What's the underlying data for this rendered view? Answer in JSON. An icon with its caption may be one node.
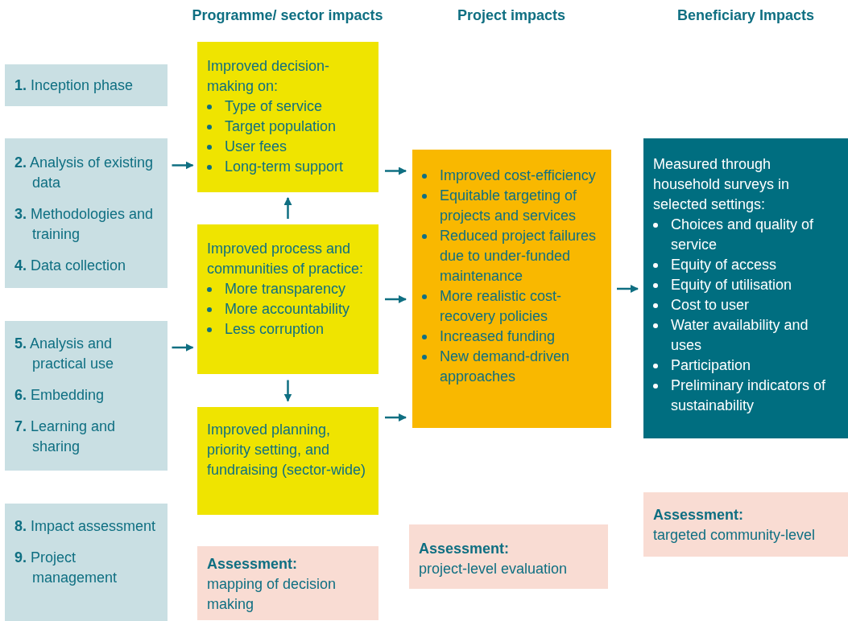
{
  "diagram": {
    "nodes": [
      {
        "text": [
          "**1.** Inception phase"
        ]
      },
      {
        "text": [
          "**2.** Analysis of existing data",
          "**3.** Methodologies and training",
          "**4.** Data collection"
        ]
      },
      {
        "text": [
          "**5.** Analysis and practical use",
          "**6.** Embedding",
          "**7.** Learning and sharing"
        ]
      },
      {
        "text": [
          "**8.** Impact assessment",
          "**9.** Project management"
        ]
      },
      {
        "text": [
          "Improved decision-making on:",
          "Type of service",
          "Target population",
          "User fees",
          "Long-term support"
        ]
      },
      {
        "text": [
          "Improved process and communities of practice:",
          "More transparency",
          "More accountability",
          "Less corruption"
        ]
      },
      {
        "text": [
          "Improved planning, priority setting, and fundraising (sector-wide)"
        ]
      },
      {
        "text": [
          "Improved cost-efficiency",
          "Equitable targeting of projects and services",
          "Reduced project failures due to under-funded maintenance",
          "More realistic cost-recovery policies",
          "Increased funding",
          "New demand-driven approaches"
        ]
      },
      {
        "text": [
          "Measured through household surveys in selected settings:",
          "Choices and quality of service",
          "Equity of access",
          "Equity of utilisation",
          "Cost to user",
          "Water availability and uses",
          "Participation",
          "Preliminary indicators of sustainability"
        ]
      },
      {
        "text": [
          "Assessment:",
          "mapping of decision making"
        ]
      },
      {
        "text": [
          "Assessment:",
          "project-level evaluation"
        ]
      },
      {
        "text": [
          "Assessment:",
          "targeted community-level"
        ]
      }
    ],
    "edges": [
      {
        "from": 1,
        "to": 4,
        "arrow": "to"
      },
      {
        "from": 2,
        "to": 5,
        "arrow": "to"
      },
      {
        "from": 5,
        "to": 4,
        "arrow": "to"
      },
      {
        "from": 5,
        "to": 6,
        "arrow": "to"
      },
      {
        "from": 4,
        "to": 7,
        "arrow": "to"
      },
      {
        "from": 5,
        "to": 7,
        "arrow": "to"
      },
      {
        "from": 6,
        "to": 7,
        "arrow": "to"
      },
      {
        "from": 7,
        "to": 8,
        "arrow": "to"
      }
    ],
    "labels": [
      "Programme/ sector impacts",
      "Project impacts",
      "Beneficiary Impacts"
    ]
  }
}
